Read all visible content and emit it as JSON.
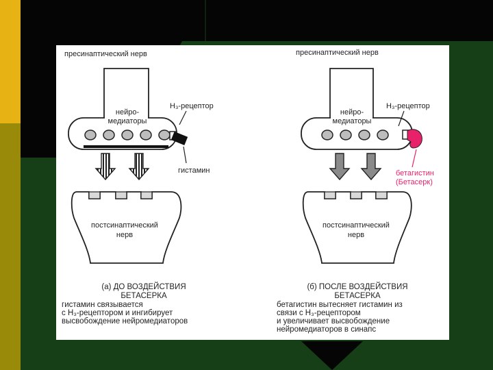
{
  "colors": {
    "slide_background": "#173f17",
    "left_stripe": "#e7b214",
    "left_stripe_lower": "#9a8a0a",
    "dark_band": "#050505",
    "betahistine_accent": "#e8226a"
  },
  "panels": [
    {
      "presynaptic_label": "пресинаптический нерв",
      "neuromediators_label": [
        "нейро-",
        "медиаторы"
      ],
      "receptor_label": "H₃-рецептор",
      "agent_label": [
        "гистамин"
      ],
      "postsynaptic_label": [
        "постсинаптический",
        "нерв"
      ],
      "caption_title": [
        "(а) ДО ВОЗДЕЙСТВИЯ",
        "БЕТАСЕРКА"
      ],
      "caption_text": [
        "гистамин связывается",
        "с H₃-рецептором и ингибирует",
        "высвобождение нейромедиаторов"
      ]
    },
    {
      "presynaptic_label": "пресинаптический нерв",
      "neuromediators_label": [
        "нейро-",
        "медиаторы"
      ],
      "receptor_label": "H₃-рецептор",
      "agent_label": [
        "бетагистин",
        "(Бетасерк)"
      ],
      "postsynaptic_label": [
        "постсинаптический",
        "нерв"
      ],
      "caption_title": [
        "(б) ПОСЛЕ ВОЗДЕЙСТВИЯ",
        "БЕТАСЕРКА"
      ],
      "caption_text": [
        "бетагистин вытесняет гистамин из",
        "связи с H₃-рецептором",
        "и увеличивает высвобождение",
        "нейромедиаторов в синапс"
      ]
    }
  ]
}
